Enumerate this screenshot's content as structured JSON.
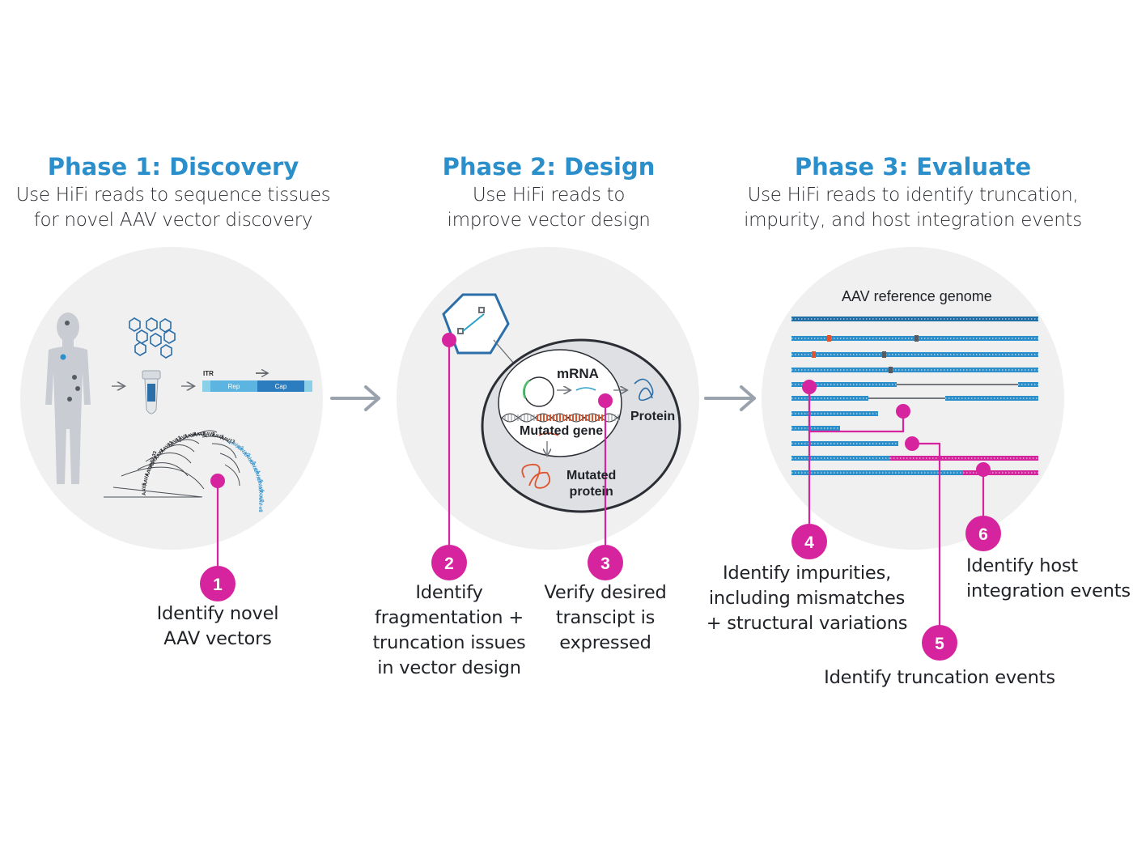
{
  "phases": [
    {
      "title": "Phase 1: Discovery",
      "subtitle": [
        "Use HiFi reads to sequence tissues",
        "for novel AAV vector discovery"
      ]
    },
    {
      "title": "Phase 2: Design",
      "subtitle": [
        "Use HiFi reads to",
        "improve vector design"
      ]
    },
    {
      "title": "Phase 3: Evaluate",
      "subtitle": [
        "Use HiFi reads to identify truncation,",
        "impurity, and host integration events"
      ]
    }
  ],
  "phase1": {
    "construct": {
      "itr": "ITR",
      "rep": "Rep",
      "cap": "Cap"
    },
    "tree_labels": [
      "AAV6",
      "AAV4",
      "AAVrh32.33",
      "AAV1",
      "AAV7",
      "AAV11",
      "AAV12",
      "AAV3",
      "AAV2",
      "AAV8",
      "AAV9",
      "AAV5",
      "AAV13"
    ],
    "tree_labels_blue": [
      "AAV-v1",
      "AAV-v2",
      "AAV-v3",
      "AAV-v4",
      "AAV-v5",
      "AAV-v6",
      "AAV-v7",
      "AAV-v8"
    ]
  },
  "phase2": {
    "mrna": "mRNA",
    "protein": "Protein",
    "mutated_gene": "Mutated gene",
    "mutated_protein": [
      "Mutated",
      "protein"
    ]
  },
  "phase3": {
    "reference_label": "AAV reference genome"
  },
  "callouts": [
    {
      "number": "1",
      "text": [
        "Identify novel",
        "AAV vectors"
      ]
    },
    {
      "number": "2",
      "text": [
        "Identify",
        "fragmentation +",
        "truncation issues",
        "in vector design"
      ]
    },
    {
      "number": "3",
      "text": [
        "Verify desired",
        "transcipt is",
        "expressed"
      ]
    },
    {
      "number": "4",
      "text": [
        "Identify impurities,",
        "including mismatches",
        "+ structural variations"
      ]
    },
    {
      "number": "5",
      "text": [
        "Identify truncation events"
      ]
    },
    {
      "number": "6",
      "text": [
        "Identify host",
        "integration events"
      ]
    }
  ],
  "colors": {
    "title_blue": "#2b8fcb",
    "accent_magenta": "#d6249f",
    "circle_bg": "#f0f0f0",
    "read_blue": "#2b8fcb",
    "arrow_gray": "#9aa3ad",
    "mutation_orange": "#e0532d"
  }
}
